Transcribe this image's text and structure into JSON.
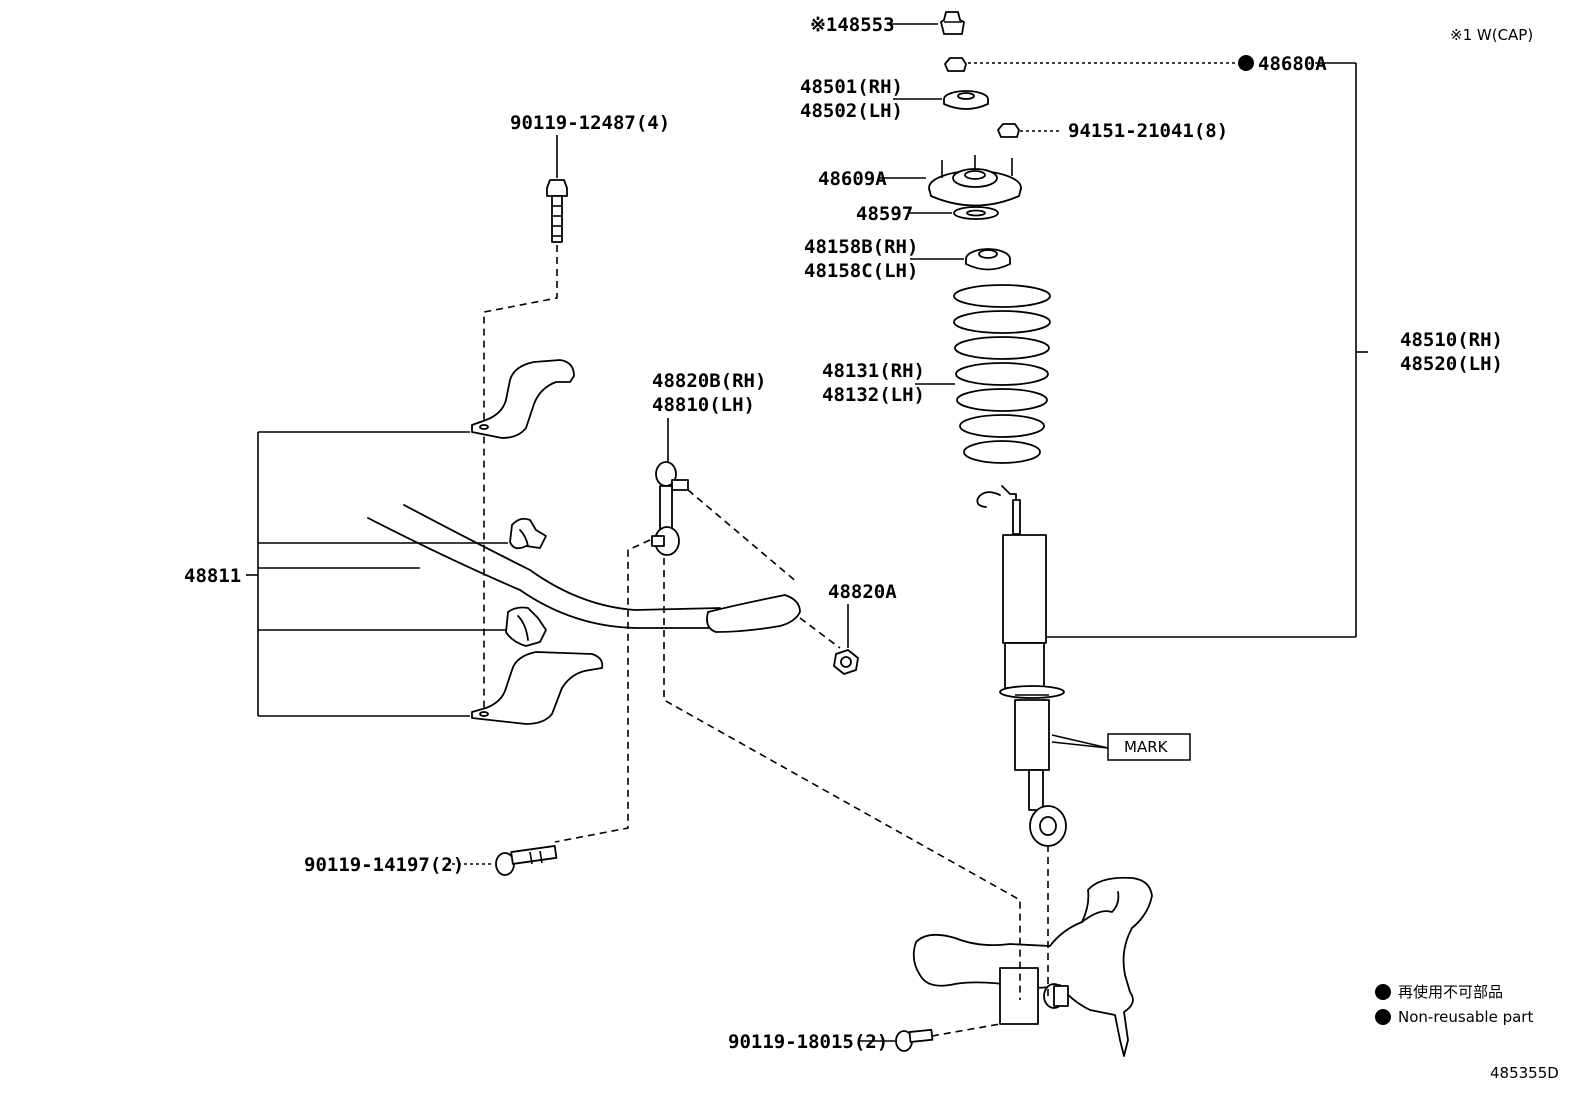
{
  "note": "※1 W(CAP)",
  "labels": {
    "cap": "※148553",
    "nut_upper": "48680A",
    "bearing_rh": "48501(RH)",
    "bearing_lh": "48502(LH)",
    "nut_small": "94151-21041(8)",
    "support": "48609A",
    "washer": "48597",
    "insulator_rh": "48158B(RH)",
    "insulator_lh": "48158C(LH)",
    "spring_rh": "48131(RH)",
    "spring_lh": "48132(LH)",
    "absorber_rh": "48510(RH)",
    "absorber_lh": "48520(LH)",
    "bolt_bracket": "90119-12487(4)",
    "link_rh": "48820B(RH)",
    "link_lh": "48810(LH)",
    "stabilizer": "48811",
    "link_nut": "48820A",
    "mark": "MARK",
    "bolt_lower": "90119-14197(2)",
    "bolt_arm": "90119-18015(2)"
  },
  "legend": {
    "jp": "再使用不可部品",
    "en": "Non-reusable part"
  },
  "diagram_id": "485355D"
}
